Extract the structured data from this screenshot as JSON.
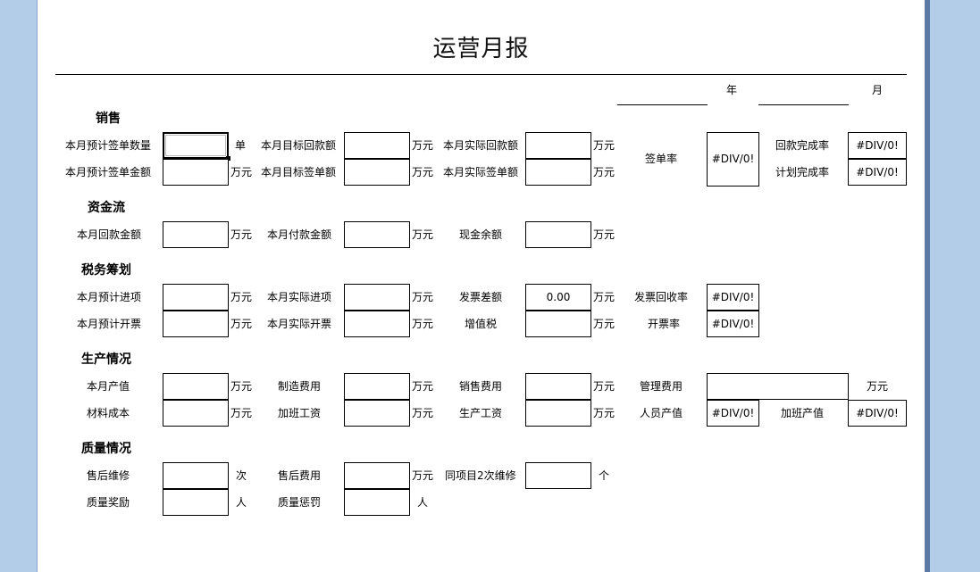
{
  "title": "运营月报",
  "date": {
    "year_label": "年",
    "month_label": "月"
  },
  "units": {
    "wan": "万元",
    "dan": "单",
    "ci": "次",
    "ren": "人",
    "ge": "个"
  },
  "sales": {
    "heading": "销售",
    "est_sign_count": "本月预计签单数量",
    "est_sign_amount": "本月预计签单金额",
    "target_collect": "本月目标回款额",
    "target_sign": "本月目标签单额",
    "actual_collect": "本月实际回款额",
    "actual_sign": "本月实际签单额",
    "sign_rate_label": "签单率",
    "sign_rate_value": "#DIV/0!",
    "collect_completion_label": "回款完成率",
    "collect_completion_value": "#DIV/0!",
    "plan_completion_label": "计划完成率",
    "plan_completion_value": "#DIV/0!"
  },
  "cashflow": {
    "heading": "资金流",
    "collect_amount": "本月回款金额",
    "payment_amount": "本月付款金额",
    "cash_balance": "现金余额"
  },
  "tax": {
    "heading": "税务筹划",
    "est_input": "本月预计进项",
    "actual_input": "本月实际进项",
    "invoice_diff": "发票差额",
    "invoice_diff_value": "0.00",
    "invoice_recovery_label": "发票回收率",
    "invoice_recovery_value": "#DIV/0!",
    "est_invoice": "本月预计开票",
    "actual_invoice": "本月实际开票",
    "vat": "增值税",
    "invoice_rate_label": "开票率",
    "invoice_rate_value": "#DIV/0!"
  },
  "production": {
    "heading": "生产情况",
    "output": "本月产值",
    "mfg_cost": "制造费用",
    "sales_cost": "销售费用",
    "mgmt_cost": "管理费用",
    "material_cost": "材料成本",
    "overtime_pay": "加班工资",
    "production_pay": "生产工资",
    "staff_output_label": "人员产值",
    "staff_output_value": "#DIV/0!",
    "overtime_output_label": "加班产值",
    "overtime_output_value": "#DIV/0!"
  },
  "quality": {
    "heading": "质量情况",
    "after_sales_repair": "售后维修",
    "after_sales_cost": "售后费用",
    "repeat_repair": "同项目2次维修",
    "quality_reward": "质量奖励",
    "quality_penalty": "质量惩罚"
  }
}
